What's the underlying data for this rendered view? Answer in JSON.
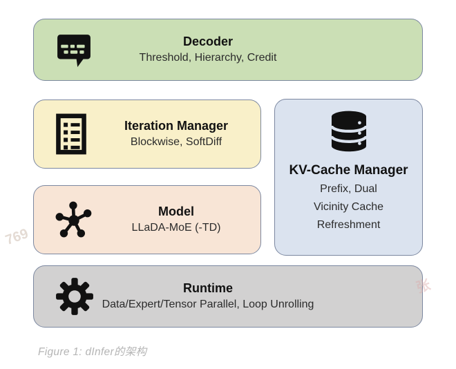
{
  "figure_caption": "Figure 1: dInfer的架构",
  "colors": {
    "decoder_fill": "#cbdfb5",
    "iteration_fill": "#f9f0c9",
    "kv_cache_fill": "#dbe3ef",
    "model_fill": "#f8e5d6",
    "runtime_fill": "#d2d1d1",
    "box_border": "#7b87a0",
    "icon_color": "#111111",
    "caption_color": "#b5b5b5"
  },
  "boxes": {
    "decoder": {
      "title": "Decoder",
      "subtitle": "Threshold, Hierarchy, Credit",
      "icon": "chat-bubble-icon"
    },
    "iteration_manager": {
      "title": "Iteration Manager",
      "subtitle": "Blockwise, SoftDiff",
      "icon": "checklist-icon"
    },
    "kv_cache_manager": {
      "title": "KV-Cache Manager",
      "subtitle_lines": [
        "Prefix, Dual",
        "Vicinity Cache",
        "Refreshment"
      ],
      "icon": "database-icon"
    },
    "model": {
      "title": "Model",
      "subtitle": "LLaDA-MoE (-TD)",
      "icon": "network-icon"
    },
    "runtime": {
      "title": "Runtime",
      "subtitle": "Data/Expert/Tensor Parallel, Loop Unrolling",
      "icon": "gear-icon"
    }
  },
  "watermarks": {
    "left_fragment": "769",
    "right_fragment": "张"
  }
}
